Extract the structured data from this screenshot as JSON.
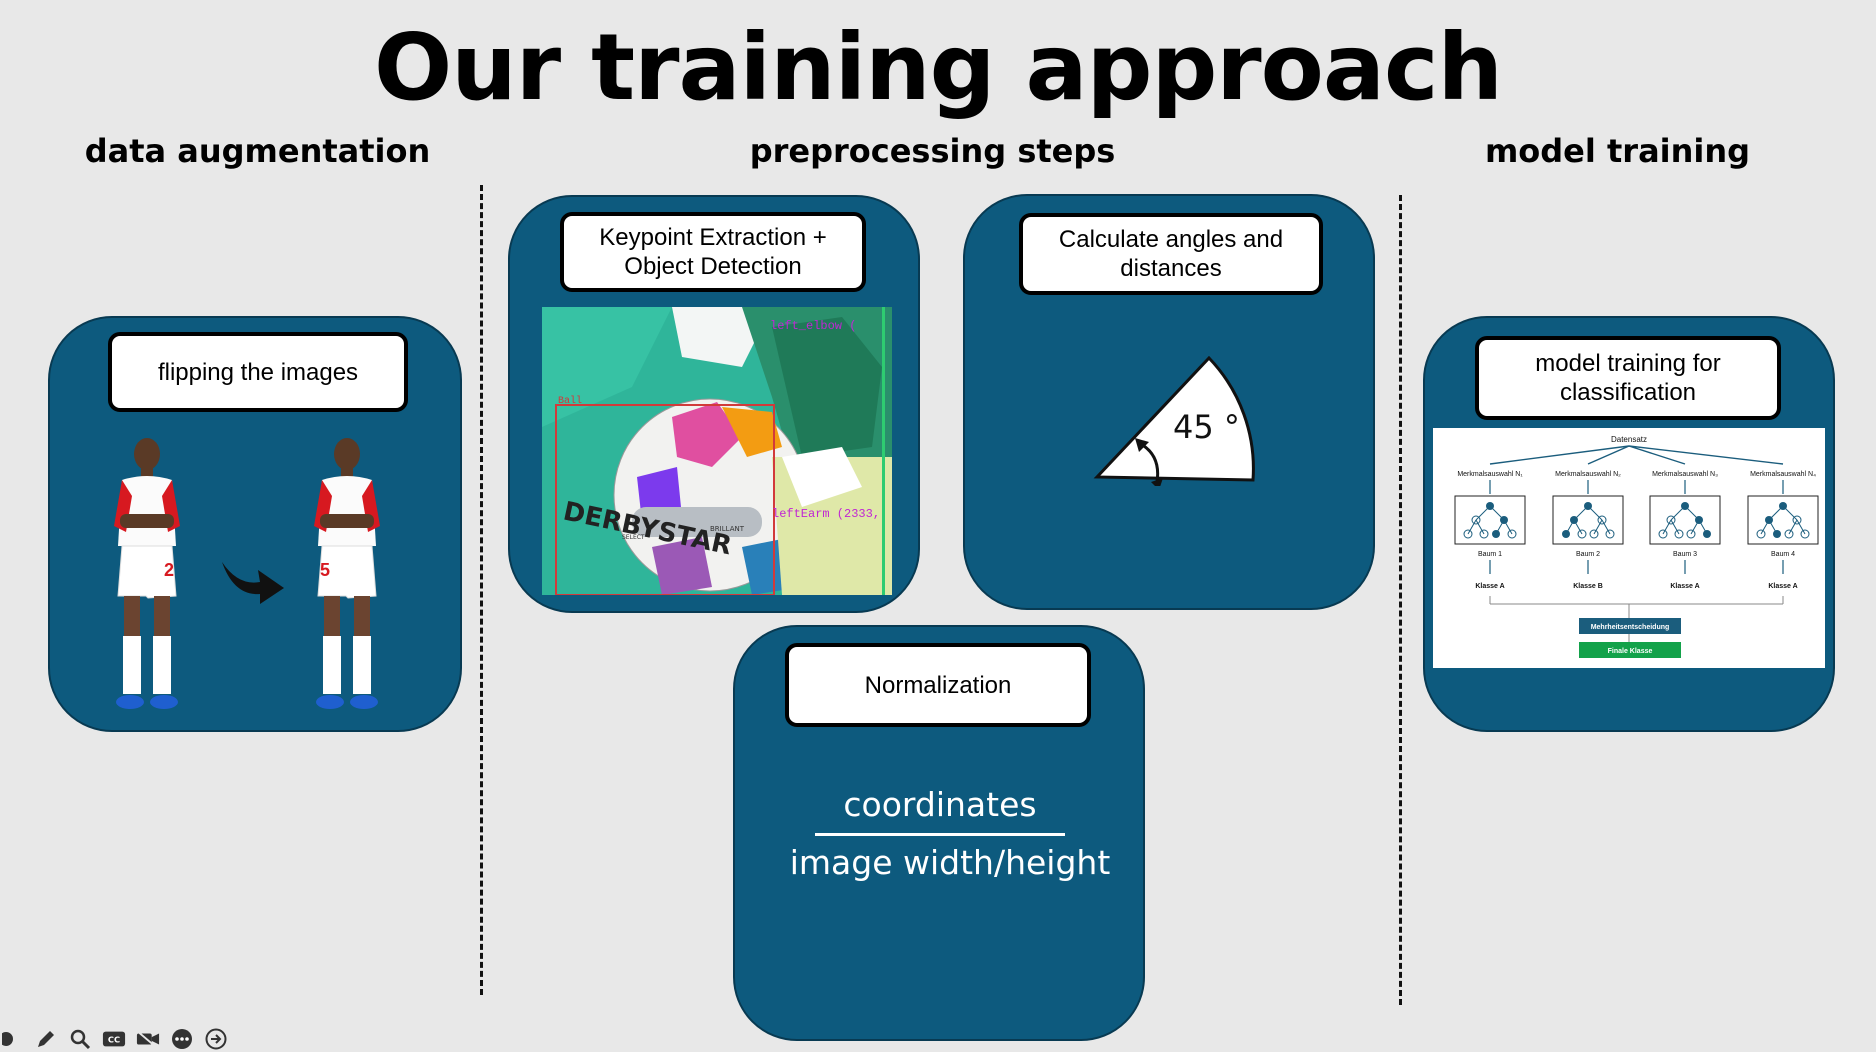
{
  "slide": {
    "title": "Our training approach",
    "sections": {
      "augmentation": "data augmentation",
      "preprocessing": "preprocessing steps",
      "training": "model training"
    }
  },
  "panels": {
    "flip": {
      "label": "flipping the images",
      "jersey_left": "2",
      "jersey_right": "5"
    },
    "keypoint": {
      "label": "Keypoint Extraction + Object Detection",
      "ball_box_label": "Ball",
      "keypoint_label_1": "left_elbow (",
      "keypoint_label_2": "leftEarm (2333, ",
      "ball_text": "DERBYSTAR",
      "ball_text_2": "BRILLANT",
      "ball_text_3": "SELECT"
    },
    "angles": {
      "label": "Calculate angles and distances",
      "angle_text": "45 °"
    },
    "normalization": {
      "label": "Normalization",
      "numerator": "coordinates",
      "denominator": "image width/height"
    },
    "model": {
      "label": "model training for classification",
      "forest": {
        "root": "Datensatz",
        "features": [
          "Merkmalsauswahl N₁",
          "Merkmalsauswahl N₂",
          "Merkmalsauswahl N₃",
          "Merkmalsauswahl N₄"
        ],
        "trees": [
          "Baum 1",
          "Baum 2",
          "Baum 3",
          "Baum 4"
        ],
        "classes": [
          "Klasse A",
          "Klasse B",
          "Klasse A",
          "Klasse A"
        ],
        "vote": "Mehrheitsentscheidung",
        "final": "Finale Klasse"
      }
    }
  },
  "toolbar": {
    "icons": [
      "pointer-icon",
      "pen-icon",
      "zoom-icon",
      "captions-icon",
      "camera-off-icon",
      "more-icon",
      "next-icon"
    ],
    "captions_text": "CC"
  },
  "colors": {
    "panel": "#0d5a7e",
    "background": "#e8e8e8",
    "vote_box": "#1b5d7d",
    "final_box": "#13a24a"
  }
}
